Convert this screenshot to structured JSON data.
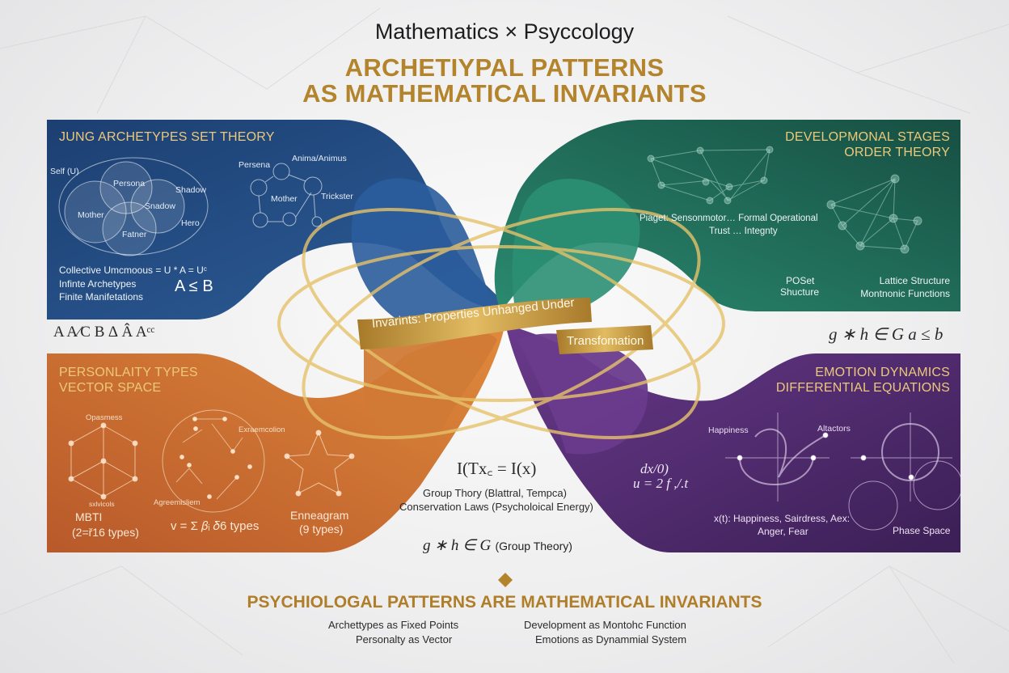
{
  "header": {
    "subtitle": "Mathematics × Psyccology",
    "title_line1": "ARCHETIYPAL PATTERNS",
    "title_line2": "AS MATHEMATICAL INVARIANTS"
  },
  "colors": {
    "gold": "#b3842b",
    "blue_panel": "#234a80",
    "green_panel": "#1d6a55",
    "orange_panel": "#c4652c",
    "purple_panel": "#4c2868"
  },
  "jung": {
    "heading": "JUNG ARCHETYPES SET THEORY",
    "venn": {
      "self": "Self (U)",
      "persona": "Persona",
      "shadow_outer": "Shadow",
      "shadow_inner": "Snadow",
      "mother": "Mother",
      "hero": "Hero",
      "father": "Fatner"
    },
    "network": {
      "persona": "Persena",
      "anima": "Anima/Animus",
      "mother": "Mother",
      "trickster": "Trickster"
    },
    "line1": "Collective Umcmoous = U * A = Uᶜ",
    "line2": "Infinte Archetypes",
    "line3": "Finite Manifetations",
    "formula": "A ≤ B",
    "below_formula": "A A⁄C B ∆ Â  Aᶜᶜ"
  },
  "development": {
    "heading_line1": "DEVELOPMONAL STAGES",
    "heading_line2": "ORDER THEORY",
    "piaget": "Piaget: Sensonmotor… Formal Operational",
    "trust": "Trust … Integnty",
    "poset_line1": "POSet",
    "poset_line2": "Shucture",
    "lattice_line1": "Lattice Structure",
    "lattice_line2": "Montnonic Functions",
    "below_formula": "g ∗ h ∈ G   a ≤ b"
  },
  "personality": {
    "heading_line1": "PERSONLAITY TYPES",
    "heading_line2": "VECTOR SPACE",
    "openness": "Opasmess",
    "extraversion": "Exraemcolion",
    "agreeableness": "Agreemisliem",
    "bottom_node": "sxlvicols",
    "mbti": "MBTI",
    "mbti_types": "(2=ř16 types)",
    "vector_formula": "v = Σ 𝛽ᵢ 𝛿6 types",
    "enneagram": "Enneagram",
    "enneagram_types": "(9 types)"
  },
  "emotion": {
    "heading_line1": "EMOTION DYNAMICS",
    "heading_line2": "DIFFERENTIAL EQUATIONS",
    "happiness": "Happiness",
    "attractors": "Altactors",
    "equation_line1": "dx/0)",
    "equation_line2": "u = 2   f ,/.t",
    "states_line1": "x(t): Happiness, Sairdress, Aex:",
    "states_line2": "Anger, Fear",
    "phase_space": "Phase Space"
  },
  "center": {
    "ribbon_line1": "Invarints: Properties Unhanged Under",
    "ribbon_line2": "Transfomation",
    "invariant_formula": "I(Tx꜀ = I(x)",
    "group_theory": "Group Thory (Blattral, Tempca)",
    "conservation": "Conservation Laws (Psycholoical Energy)",
    "group_formula": "g ∗ h ∈ G",
    "group_formula_label": "(Group Theory)"
  },
  "footer": {
    "heading": "PSYCHIOLOGAL PATTERNS ARE MATHEMATICAL INVARIANTS",
    "items": [
      "Archettypes as Fixed Points",
      "Personalty as Vector",
      "Development as Montohc Function",
      "Emotions as Dynammial System"
    ]
  }
}
